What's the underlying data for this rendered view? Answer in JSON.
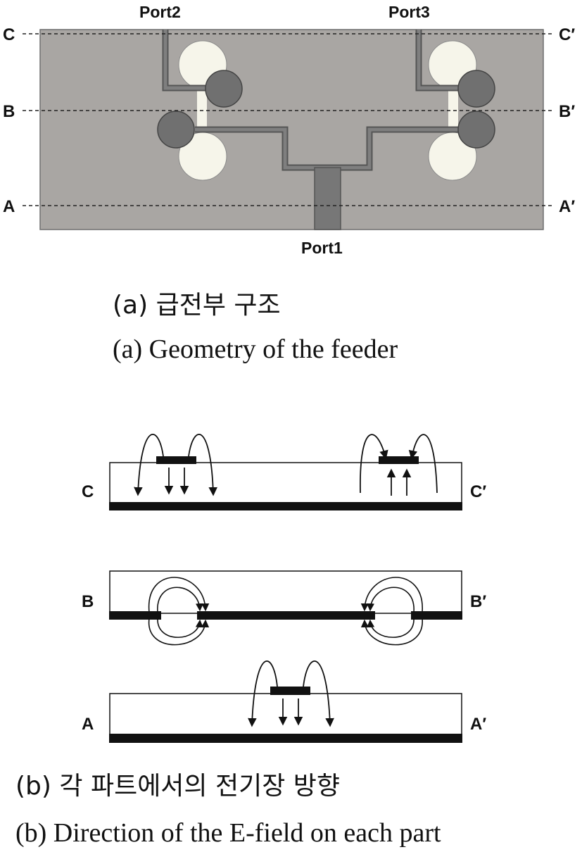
{
  "top_figure": {
    "ports": {
      "port1": "Port1",
      "port2": "Port2",
      "port3": "Port3"
    },
    "section_labels": {
      "c_left": "C",
      "c_right": "C′",
      "b_left": "B",
      "b_right": "B′",
      "a_left": "A",
      "a_right": "A′"
    },
    "caption_ko": "(a) 급전부 구조",
    "caption_en": "(a) Geometry of the feeder"
  },
  "cross_sections": {
    "c_left": "C",
    "c_right": "C′",
    "b_left": "B",
    "b_right": "B′",
    "a_left": "A",
    "a_right": "A′",
    "caption_ko": "(b) 각 파트에서의 전기장 방향",
    "caption_en": "(b) Direction of the E-field on each part"
  },
  "colors": {
    "substrate": "#a9a6a3",
    "line_fill": "#7f7f7f",
    "line_edge": "#555555",
    "dark_patch": "#707070",
    "light_patch": "#f6f5ea",
    "ink": "#111111"
  }
}
